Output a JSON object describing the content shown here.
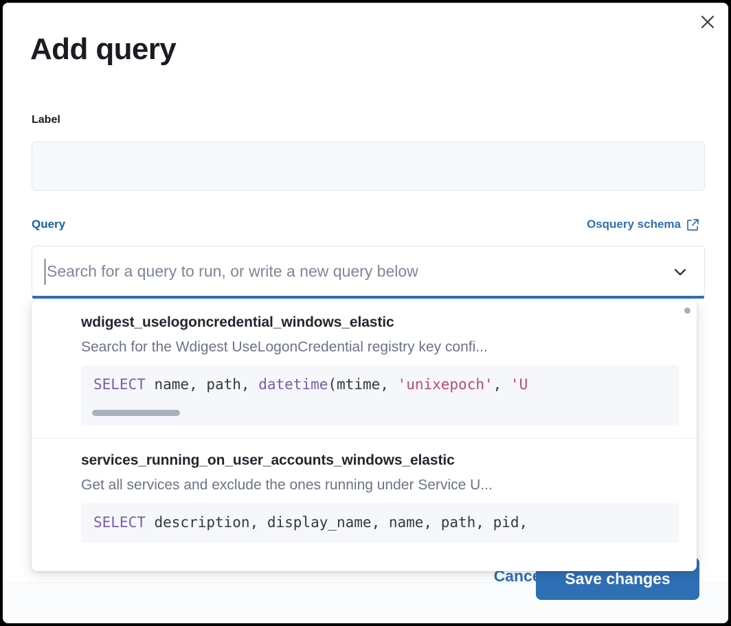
{
  "modal": {
    "title": "Add query",
    "close_icon": "close-icon"
  },
  "form": {
    "label_field": {
      "label": "Label",
      "value": "",
      "placeholder": ""
    },
    "query_field": {
      "label": "Query",
      "schema_link_text": "Osquery schema",
      "schema_link_icon": "external-link-icon",
      "search_value": "",
      "search_placeholder": "Search for a query to run, or write a new query below",
      "chevron_icon": "chevron-down-icon"
    }
  },
  "dropdown": {
    "items": [
      {
        "name": "wdigest_uselogoncredential_windows_elastic",
        "description": "Search for the Wdigest UseLogonCredential registry key confi...",
        "code": {
          "tokens": [
            {
              "t": "SELECT",
              "c": "kw"
            },
            {
              "t": " name, path, ",
              "c": "pun"
            },
            {
              "t": "datetime",
              "c": "fn"
            },
            {
              "t": "(mtime, ",
              "c": "pun"
            },
            {
              "t": "'unixepoch'",
              "c": "str"
            },
            {
              "t": ", ",
              "c": "pun"
            },
            {
              "t": "'U",
              "c": "str"
            }
          ]
        },
        "has_hscroll": true
      },
      {
        "name": "services_running_on_user_accounts_windows_elastic",
        "description": "Get all services and exclude the ones running under Service U...",
        "code": {
          "tokens": [
            {
              "t": "SELECT",
              "c": "kw"
            },
            {
              "t": " description, display_name, name, path, pid,",
              "c": "pun"
            }
          ]
        },
        "has_hscroll": false
      }
    ]
  },
  "footer": {
    "cancel_label": "Cancel",
    "save_label": "Save changes"
  },
  "colors": {
    "accent": "#2f6fb5",
    "link": "#1162a2",
    "text": "#1a1c21",
    "muted": "#6b7385",
    "keyword": "#765ea6",
    "string": "#bd4a6e",
    "code_bg": "#f6f7fb",
    "input_bg": "#f7f8fc"
  }
}
